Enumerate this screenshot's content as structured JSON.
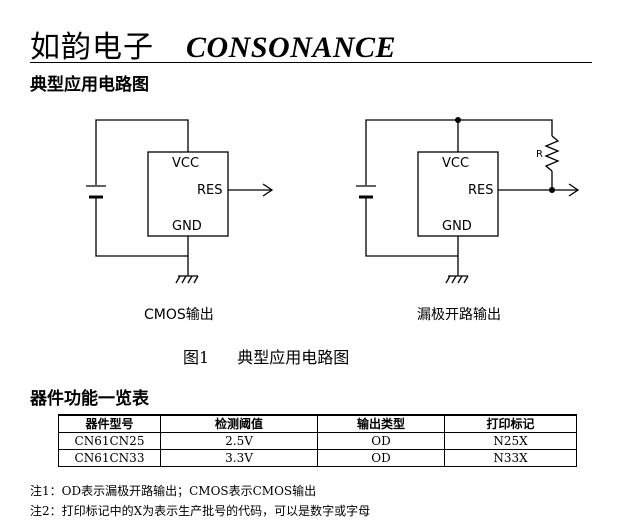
{
  "header": {
    "brand_cn": "如韵电子",
    "brand_en": "CONSONANCE"
  },
  "section1": {
    "title": "典型应用电路图"
  },
  "circuit_left": {
    "vcc": "VCC",
    "res": "RES",
    "gnd": "GND",
    "caption": "CMOS输出"
  },
  "circuit_right": {
    "vcc": "VCC",
    "res": "RES",
    "gnd": "GND",
    "resistor": "R",
    "caption": "漏极开路输出"
  },
  "figure": {
    "number": "图1",
    "title": "典型应用电路图"
  },
  "section2": {
    "title": "器件功能一览表"
  },
  "table": {
    "headers": [
      "器件型号",
      "检测阈值",
      "输出类型",
      "打印标记"
    ],
    "rows": [
      [
        "CN61CN25",
        "2.5V",
        "OD",
        "N25X"
      ],
      [
        "CN61CN33",
        "3.3V",
        "OD",
        "N33X"
      ]
    ]
  },
  "notes": [
    "注1：OD表示漏极开路输出；CMOS表示CMOS输出",
    "注2：打印标记中的X为表示生产批号的代码，可以是数字或字母"
  ]
}
